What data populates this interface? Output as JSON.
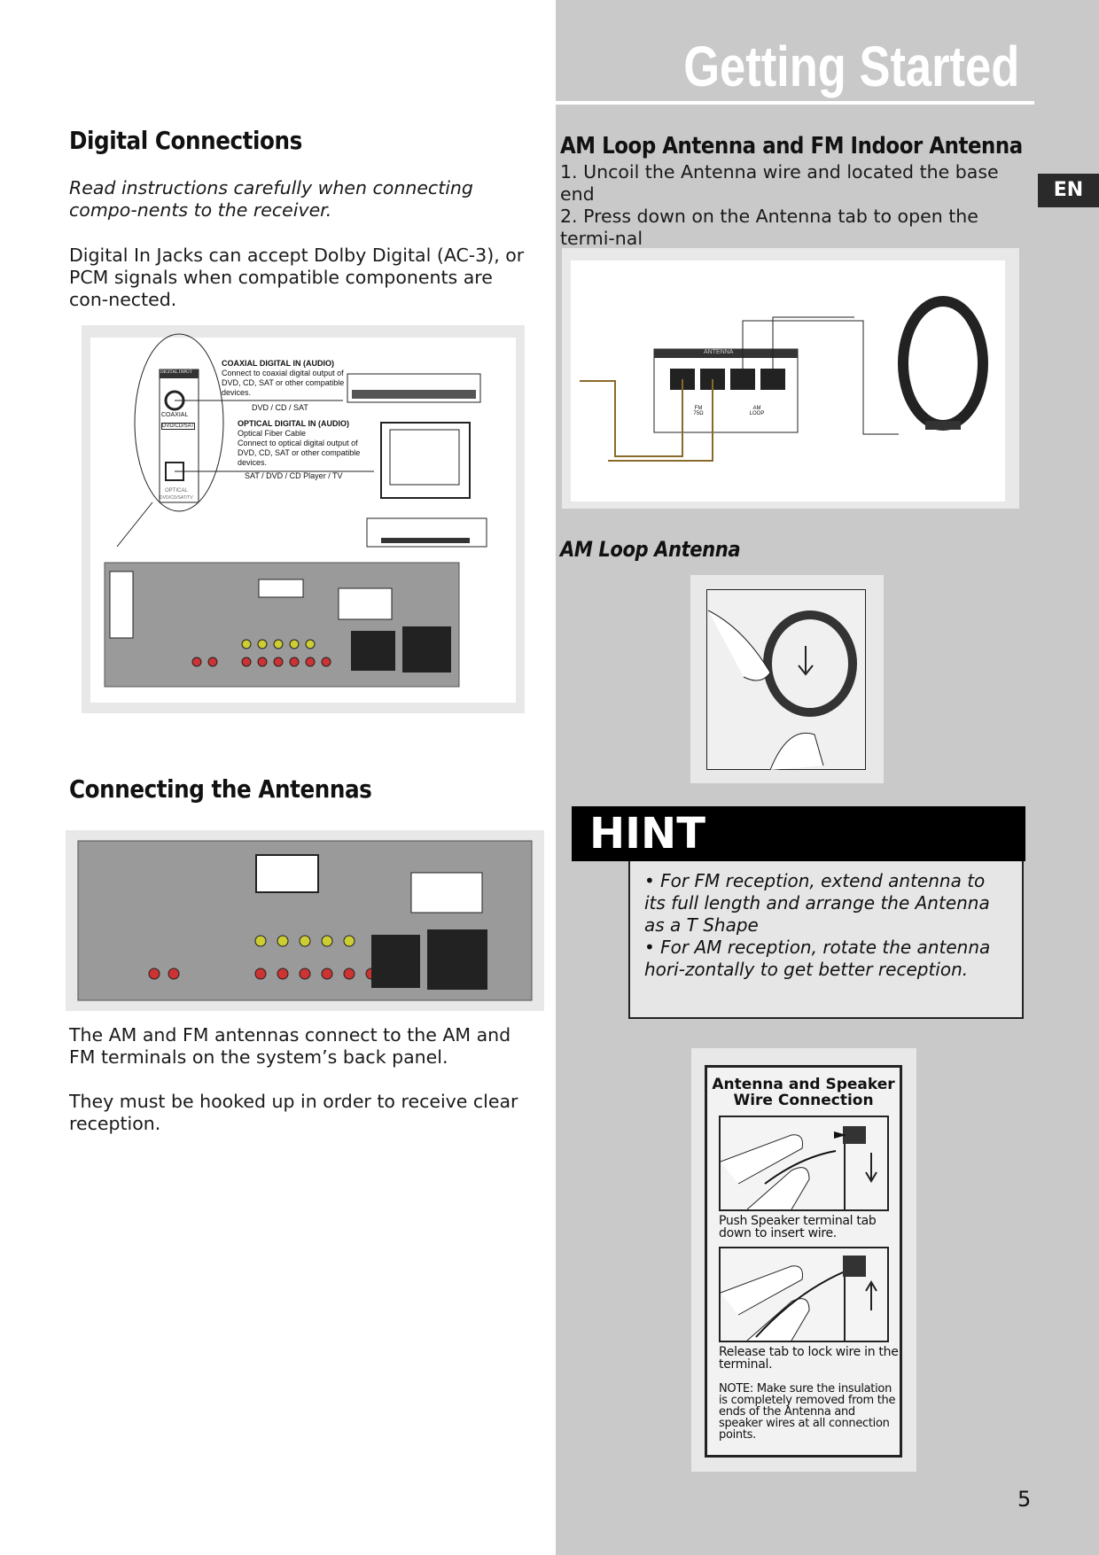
{
  "header": {
    "section_title": "Getting Started",
    "language_tab": "EN"
  },
  "left": {
    "digital": {
      "heading": "Digital Connections",
      "intro": "Read instructions carefully when connecting compo-nents to the receiver.",
      "body": "Digital In Jacks can accept Dolby Digital (AC-3), or PCM signals when compatible components are con-nected.",
      "figure": {
        "coax_title": "COAXIAL DIGITAL IN (AUDIO)",
        "coax_text": "Connect to coaxial digital output of DVD, CD, SAT or other compatible devices.",
        "coax_device": "DVD / CD / SAT",
        "optical_title": "OPTICAL DIGITAL IN (AUDIO)",
        "optical_sub": "Optical Fiber Cable",
        "optical_text": "Connect to optical digital output of DVD, CD, SAT or other compatible devices.",
        "optical_device": "SAT / DVD / CD Player / TV",
        "jack_header": "DIGITAL INPUT",
        "coax_label": "COAXIAL",
        "coax_sub": "DVD/CD/SAT",
        "optical_label": "OPTICAL",
        "optical_jack_sub": "DVD/CD/SAT/TV"
      }
    },
    "antennas": {
      "heading": "Connecting the Antennas",
      "body1": "The AM and FM antennas connect to the AM and FM terminals on the system’s back panel.",
      "body2": "They must be hooked up in order to receive clear reception."
    }
  },
  "right": {
    "am_fm": {
      "heading": "AM Loop Antenna and FM Indoor Antenna",
      "steps": [
        "1. Uncoil the Antenna wire and located the base end",
        "2. Press down on the Antenna tab to open the termi-nal"
      ],
      "figure": {
        "panel_label": "ANTENNA",
        "fm_label": "FM 75Ω",
        "am_label": "AM LOOP"
      }
    },
    "am_loop": {
      "heading": "AM Loop Antenna"
    },
    "hint": {
      "title": "HINT",
      "line1": "• For FM reception, extend antenna to its full length and arrange the Antenna as a T Shape",
      "line2": "•  For AM reception, rotate the antenna hori-zontally to get better reception."
    },
    "speaker_box": {
      "title": "Antenna and Speaker Wire Connection",
      "caption1": "Push Speaker terminal tab down to insert wire.",
      "caption2": "Release tab to lock wire in the terminal.",
      "note": "NOTE: Make sure the insulation is completely removed from the ends of the Antenna and speaker wires at all connection points."
    }
  },
  "footer": {
    "page_number": "5"
  }
}
